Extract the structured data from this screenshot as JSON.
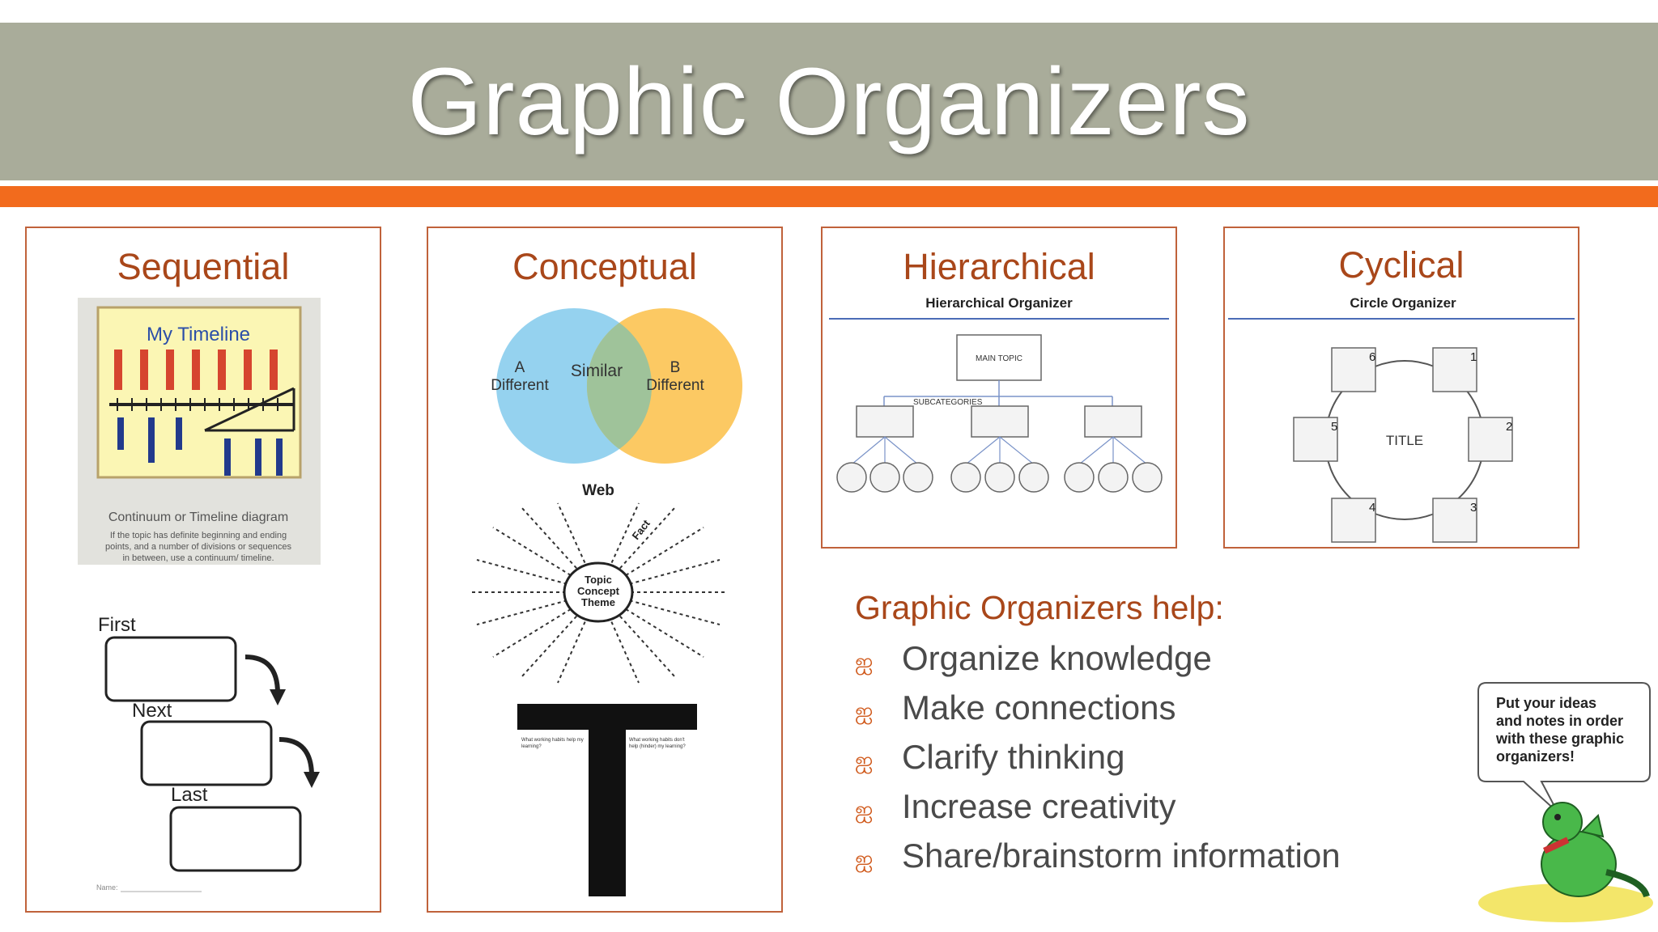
{
  "slide": {
    "title": "Graphic Organizers"
  },
  "panels": {
    "sequential": {
      "title": "Sequential",
      "timeline_title": "My Timeline",
      "timeline_caption": "Continuum or Timeline diagram",
      "timeline_desc": "If the topic has definite beginning and ending points, and a number of divisions or sequences in between, use a continuum/ timeline.",
      "steps": [
        "First",
        "Next",
        "Last"
      ],
      "name_label": "Name:"
    },
    "conceptual": {
      "title": "Conceptual",
      "venn_left": [
        "A",
        "Different"
      ],
      "venn_middle": "Similar",
      "venn_right": [
        "B",
        "Different"
      ],
      "web_label": "Web",
      "web_center": [
        "Topic",
        "Concept",
        "Theme"
      ],
      "web_fact": "Fact",
      "tchart_left": "What working habits help my learning?",
      "tchart_right": "What working habits don't help (hinder) my learning?"
    },
    "hierarchical": {
      "title": "Hierarchical",
      "subtitle": "Hierarchical Organizer",
      "main_topic": "MAIN TOPIC",
      "subcategories": "SUBCATEGORIES"
    },
    "cyclical": {
      "title": "Cyclical",
      "subtitle": "Circle Organizer",
      "center": "TITLE",
      "numbers": [
        "1",
        "2",
        "3",
        "4",
        "5",
        "6"
      ]
    }
  },
  "help": {
    "title": "Graphic Organizers help:",
    "items": [
      "Organize knowledge",
      "Make connections",
      "Clarify thinking",
      "Increase creativity",
      "Share/brainstorm information"
    ],
    "bullet": "ஐ"
  },
  "speech_bubble": {
    "lines": [
      "Put your ideas",
      "and notes in order",
      "with these graphic",
      "organizers!"
    ]
  },
  "colors": {
    "band": "#a9ac9a",
    "orange": "#f26b1d",
    "heading": "#a9471a",
    "venn_blue": "#8fd0ee",
    "venn_yellow": "#fcc048"
  }
}
